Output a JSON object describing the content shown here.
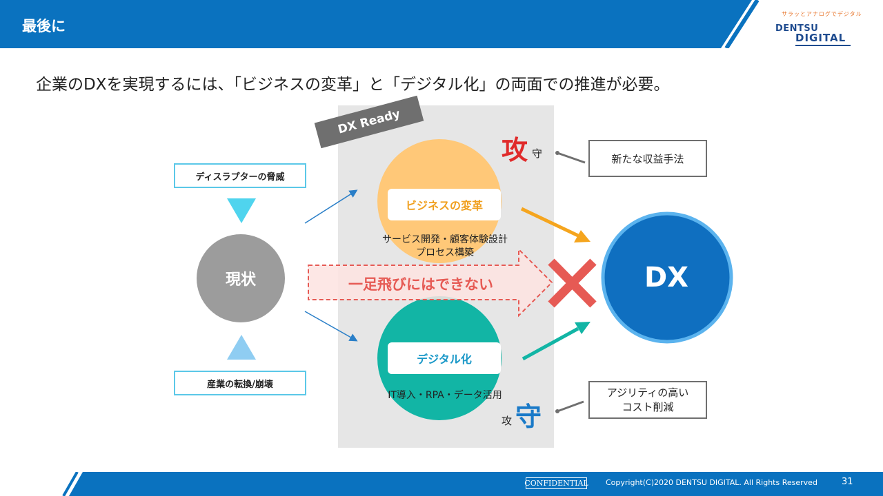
{
  "header": {
    "title": "最後に"
  },
  "brand": {
    "tagline": "サラッとアナログでデジタル",
    "line1": "DENTSU",
    "line2": "DIGITAL"
  },
  "headline": "企業のDXを実現するには、「ビジネスの変革」と「デジタル化」の両面での推進が必要。",
  "diagram": {
    "dx_ready": "DX Ready",
    "threat": "ディスラプターの脅威",
    "industry": "産業の転換/崩壊",
    "status": "現状",
    "business": {
      "label": "ビジネスの変革",
      "detail_1": "サービス開発・顧客体験設計",
      "detail_2": "プロセス構築"
    },
    "digital": {
      "label": "デジタル化",
      "detail": "IT導入・RPA・データ活用"
    },
    "leap": "一足飛びにはできない",
    "dx": "DX",
    "attack": "攻",
    "defend": "守",
    "revenue": "新たな収益手法",
    "agility_1": "アジリティの高い",
    "agility_2": "コスト削減"
  },
  "colors": {
    "header_blue": "#0a72bf",
    "business_orange": "#ffc878",
    "digital_teal": "#12b5a5",
    "dx_blue": "#0f6fc0",
    "dx_ring": "#5bb3ee",
    "status_gray": "#9c9c9c",
    "cross_red": "#e65a54"
  },
  "footer": {
    "confidential": "CONFIDENTIAL",
    "copyright": "Copyright(C)2020 DENTSU DIGITAL. All Rights Reserved",
    "page": "31"
  }
}
